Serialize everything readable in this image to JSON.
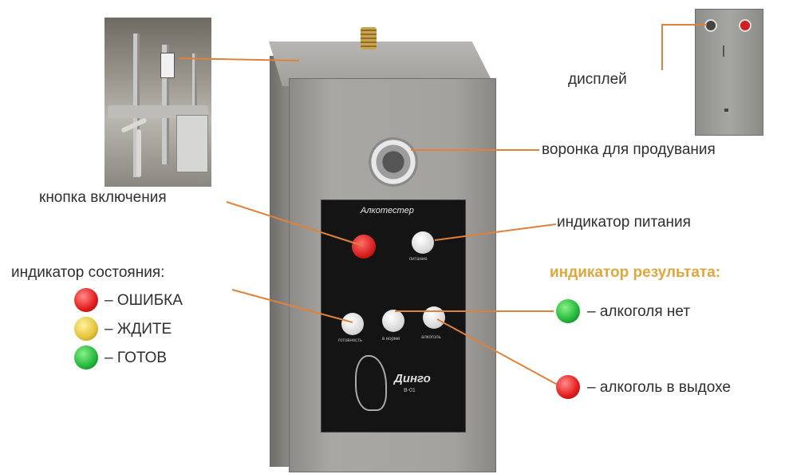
{
  "labels": {
    "display": "дисплей",
    "funnel": "воронка для продувания",
    "power_button": "кнопка включения",
    "power_indicator": "индикатор питания",
    "state_indicator": "индикатор состояния:",
    "result_indicator": "индикатор результата:"
  },
  "state_legend": [
    {
      "color": "red",
      "text": "– ОШИБКА"
    },
    {
      "color": "yellow",
      "text": "– ЖДИТЕ"
    },
    {
      "color": "green",
      "text": "– ГОТОВ"
    }
  ],
  "result_legend": [
    {
      "color": "green",
      "text": "– алкоголя нет"
    },
    {
      "color": "red",
      "text": "– алкоголь в выдохе"
    }
  ],
  "device": {
    "panel_title": "Алкотестер",
    "btn_label_power": "питание",
    "btn_label_1": "готовность",
    "btn_label_2": "в норме",
    "btn_label_3": "алкоголь",
    "brand": "Динго",
    "model": "В-01"
  },
  "colors": {
    "leader_line": "#e0813a",
    "orange_label": "#e0a63e"
  }
}
